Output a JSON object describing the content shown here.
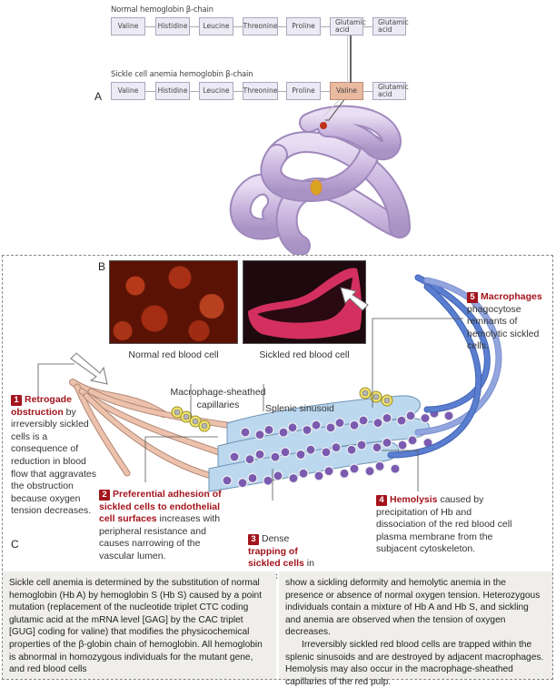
{
  "panel_a": {
    "label": "A",
    "normal_chain": {
      "title": "Normal hemoglobin β-chain",
      "amino_acids": [
        "Valine",
        "Histidine",
        "Leucine",
        "Threonine",
        "Proline",
        "Glutamic acid",
        "Glutamic acid"
      ]
    },
    "sickle_chain": {
      "title": "Sickle cell anemia hemoglobin β-chain",
      "amino_acids": [
        "Valine",
        "Histidine",
        "Leucine",
        "Threonine",
        "Proline",
        "Valine",
        "Glutamic acid"
      ],
      "mutated_index": 5
    },
    "colors": {
      "box_fill": "#ecebf5",
      "mutation_fill": "#e9b9a0",
      "protein": "#c9b8e0"
    }
  },
  "panel_b": {
    "label": "B",
    "images": [
      {
        "caption": "Normal red blood cell",
        "color": "#8a1f0c"
      },
      {
        "caption": "Sickled red blood cell",
        "color": "#e0346a"
      }
    ]
  },
  "panel_c": {
    "label": "C",
    "labels": {
      "macrophage_capillaries": "Macrophage-sheathed capillaries",
      "splenic_sinusoid": "Splenic sinusoid"
    },
    "notes": [
      {
        "num": "1",
        "highlight": "Retrogade obstruction",
        "text": " by irreversibly sickled cells is a consequence of reduction in blood flow that aggravates the obstruction because oxygen tension decreases."
      },
      {
        "num": "2",
        "highlight": "Preferential adhesion of sickled cells to endothelial cell surfaces",
        "text": " increases with peripheral resistance and causes narrowing of the vascular lumen."
      },
      {
        "num": "3",
        "pre": "Dense ",
        "highlight": "trapping of sickled cells",
        "text": " in splenic sinusoides."
      },
      {
        "num": "4",
        "highlight": "Hemolysis",
        "text": " caused by precipitation of Hb and dissociation of the red blood cell plasma membrane from the subjacent cytoskeleton."
      },
      {
        "num": "5",
        "highlight": "Macrophages",
        "text": " phagocytose remnants of hemolytic sickled cells."
      }
    ],
    "colors": {
      "accent_red": "#a3141d",
      "capillary": "#ecc2ac",
      "sinusoid": "#bcd8ef",
      "vein": "#5b7fd0",
      "rbc_purple": "#7a5bb0"
    }
  },
  "summary": {
    "left": "Sickle cell anemia is determined by the substitution of normal hemoglobin (Hb A) by hemoglobin S (Hb S) caused by a point mutation (replacement of the nucleotide triplet CTC coding glutamic acid at the mRNA level [GAG] by the CAC triplet [GUG] coding for valine) that modifies the physicochemical properties of the β-globin chain of hemoglobin.  All hemoglobin is abnormal in homozygous individuals for the mutant gene, and red blood cells",
    "right_p1": "show a sickling deformity and hemolytic anemia in the presence or absence of normal oxygen tension. Heterozygous individuals contain a mixture of Hb A and Hb S, and sickling and anemia are observed when the tension of oxygen decreases.",
    "right_p2": "Irreversibly sickled red blood cells are trapped within the splenic sinusoids and are destroyed by adjacent macrophages. Hemolysis may also occur in the macrophage-sheathed capillaries of the red pulp."
  }
}
